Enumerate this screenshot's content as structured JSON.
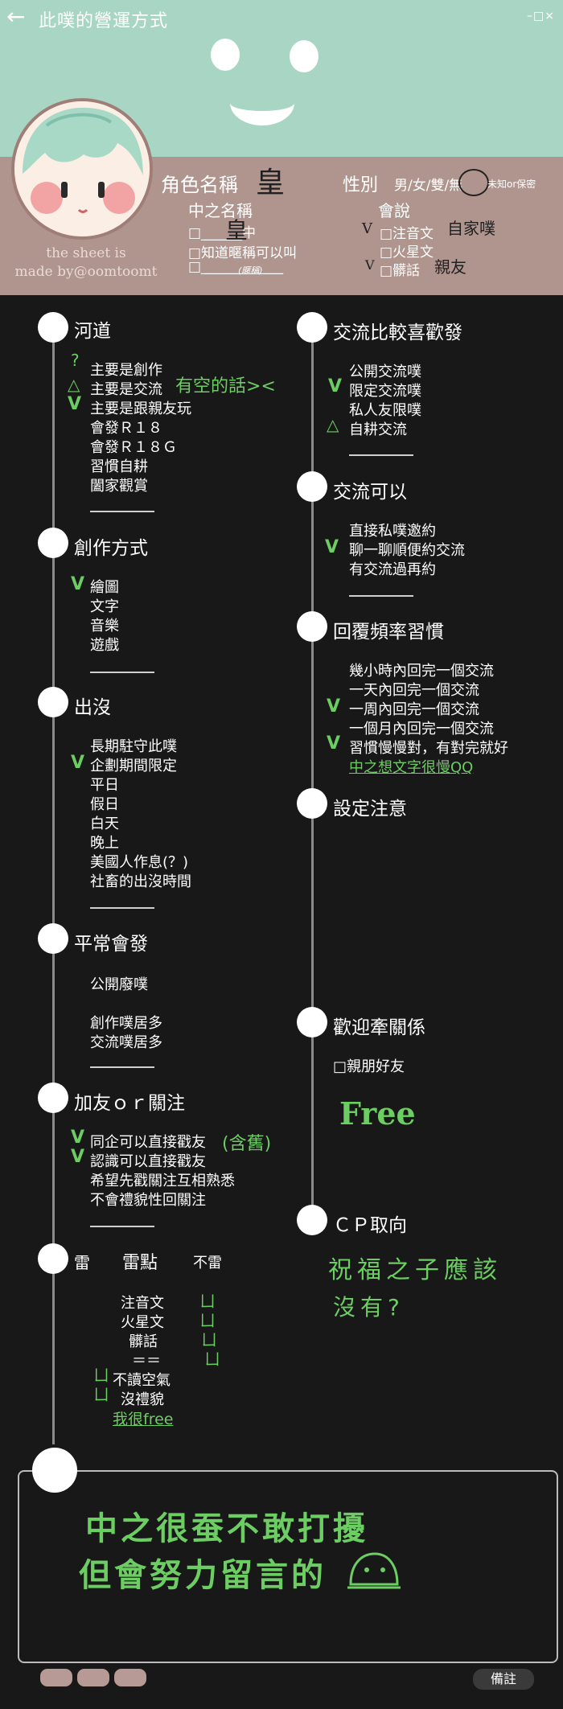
{
  "window": {
    "title": "此噗的營運方式",
    "controls": "–□×"
  },
  "profile": {
    "credit_line1": "the sheet is",
    "credit_line2": "made by@oomtoomt",
    "role_name_label": "角色名稱",
    "role_name_value": "皇",
    "gender_label": "性別",
    "gender_options": "男/女/雙/無",
    "gender_unknown": "未知or保密",
    "cn_name_label": "中之名稱",
    "cn_option_1": "□______中",
    "cn_option_1_value": "皇",
    "cn_option_2": "□知道暱稱可以叫",
    "cn_option_3": "□____________",
    "cn_option_3_hint": "(暱稱)",
    "speak_label": "會說",
    "speak_items": [
      "□注音文",
      "□火星文",
      "□髒話"
    ],
    "speak_item_1_note": "自家噗",
    "speak_item_3_note": "親友"
  },
  "left": {
    "river": {
      "title": "河道",
      "items": [
        "主要是創作",
        "主要是交流",
        "主要是跟親友玩",
        "會發Ｒ１８",
        "會發Ｒ１８Ｇ",
        "習慣自耕",
        "闔家觀賞"
      ],
      "marks": [
        "?",
        "△",
        "V"
      ],
      "note": "有空的話><"
    },
    "creation": {
      "title": "創作方式",
      "items": [
        "繪圖",
        "文字",
        "音樂",
        "遊戲"
      ],
      "mark": "V"
    },
    "appear": {
      "title": "出沒",
      "items": [
        "長期駐守此噗",
        "企劃期間限定",
        "平日",
        "假日",
        "白天",
        "晚上",
        "美國人作息(？)",
        "社畜的出沒時間"
      ],
      "mark": "V"
    },
    "usual": {
      "title": "平常會發",
      "items": [
        "公開廢噗",
        "創作噗居多",
        "交流噗居多"
      ]
    },
    "friend": {
      "title": "加友ｏｒ關注",
      "items": [
        "同企可以直接戳友",
        "認識可以直接戳友",
        "希望先戳關注互相熟悉",
        "不會禮貌性回關注"
      ],
      "marks": [
        "V",
        "V"
      ],
      "note": "(含舊)"
    },
    "mine": {
      "title": "雷",
      "col2": "雷點",
      "col3": "不雷",
      "items": [
        "注音文",
        "火星文",
        "髒話",
        "＝＝",
        "不讀空氣",
        "沒禮貌"
      ],
      "ticks": [
        "ㄩ",
        "ㄩ",
        "ㄩ",
        "ㄩ"
      ],
      "note": "我很free"
    }
  },
  "right": {
    "prefer": {
      "title": "交流比較喜歡發",
      "items": [
        "公開交流噗",
        "限定交流噗",
        "私人友限噗",
        "自耕交流"
      ],
      "marks": [
        "V",
        "△"
      ]
    },
    "canexchange": {
      "title": "交流可以",
      "items": [
        "直接私噗邀約",
        "聊一聊順便約交流",
        "有交流過再約"
      ],
      "mark": "V"
    },
    "reply": {
      "title": "回覆頻率習慣",
      "items": [
        "幾小時內回完一個交流",
        "一天內回完一個交流",
        "一周內回完一個交流",
        "一個月內回完一個交流",
        "習慣慢慢對，有對完就好"
      ],
      "marks": [
        "V",
        "V"
      ],
      "note": "中之想文字很慢QQ"
    },
    "setting": {
      "title": "設定注意"
    },
    "relation": {
      "title": "歡迎牽關係",
      "item": "□親朋好友",
      "note": "Free"
    },
    "cp": {
      "title": "ＣＰ取向",
      "note_line1": "祝福之子應該",
      "note_line2": "沒有?"
    }
  },
  "notes": {
    "line1": "中之很蚕不敢打擾",
    "line2": "但會努力留言的",
    "remark_button": "備註"
  }
}
